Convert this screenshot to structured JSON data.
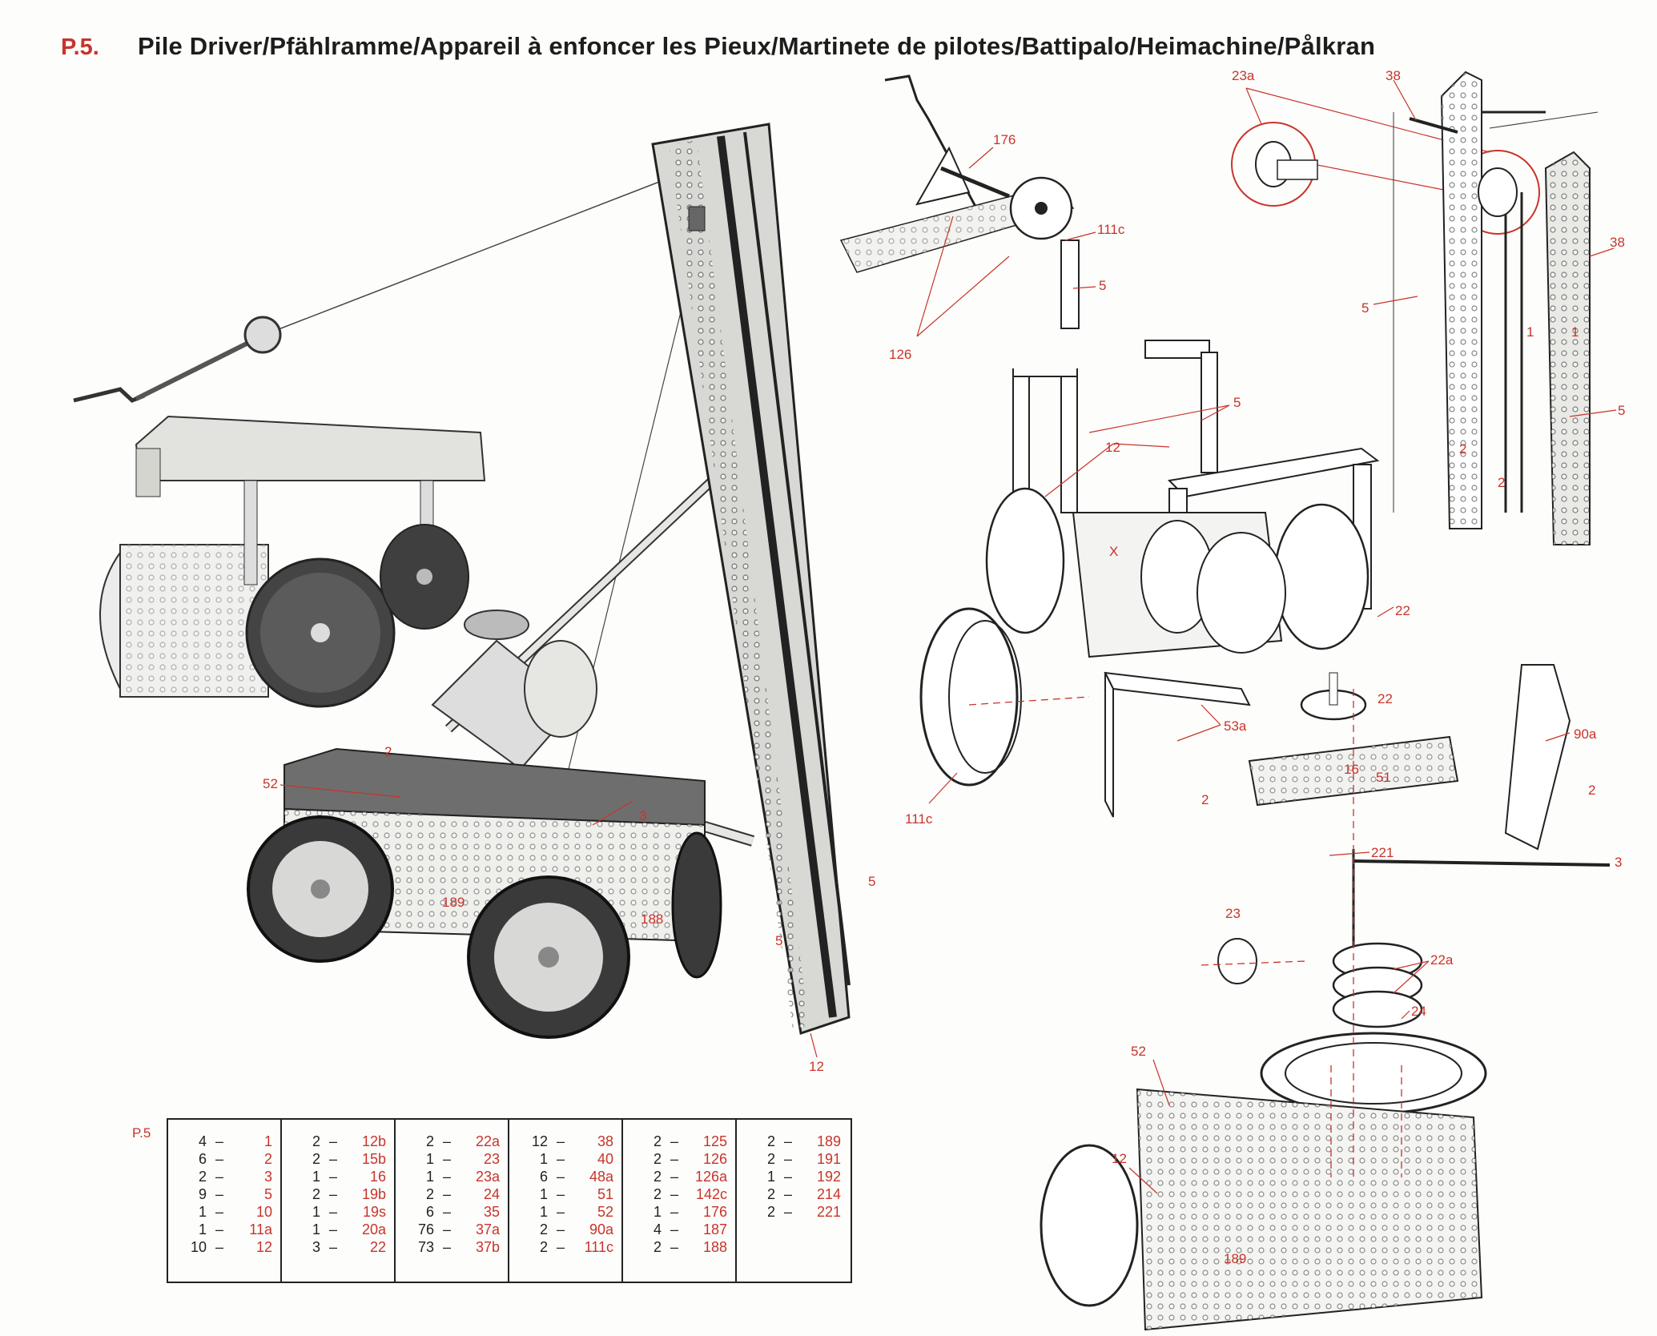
{
  "header": {
    "page_code": "P.5.",
    "title": "Pile Driver/Pfählramme/Appareil à enfoncer les Pieux/Martinete de pilotes/Battipalo/Heimachine/Pålkran"
  },
  "colors": {
    "label_red": "#c8342b",
    "ink": "#222222",
    "paper": "#fdfdfb"
  },
  "main_model_labels": [
    "2",
    "52",
    "3",
    "189",
    "188",
    "5",
    "5",
    "12"
  ],
  "detail_labels": {
    "winch": [
      "176",
      "111c",
      "5",
      "126"
    ],
    "jib_head": [
      "23a",
      "38",
      "38",
      "5",
      "5",
      "1",
      "1",
      "2",
      "2"
    ],
    "chassis": [
      "5",
      "12",
      "X",
      "22",
      "22",
      "53a",
      "16",
      "51",
      "90a",
      "2",
      "2",
      "3",
      "111c",
      "221",
      "23",
      "22a",
      "24",
      "52",
      "12",
      "189"
    ]
  },
  "parts_list": {
    "code": "P.5",
    "columns": [
      [
        {
          "qty": "4",
          "part": "1"
        },
        {
          "qty": "6",
          "part": "2"
        },
        {
          "qty": "2",
          "part": "3"
        },
        {
          "qty": "9",
          "part": "5"
        },
        {
          "qty": "1",
          "part": "10"
        },
        {
          "qty": "1",
          "part": "11a"
        },
        {
          "qty": "10",
          "part": "12"
        }
      ],
      [
        {
          "qty": "2",
          "part": "12b"
        },
        {
          "qty": "2",
          "part": "15b"
        },
        {
          "qty": "1",
          "part": "16"
        },
        {
          "qty": "2",
          "part": "19b"
        },
        {
          "qty": "1",
          "part": "19s"
        },
        {
          "qty": "1",
          "part": "20a"
        },
        {
          "qty": "3",
          "part": "22"
        }
      ],
      [
        {
          "qty": "2",
          "part": "22a"
        },
        {
          "qty": "1",
          "part": "23"
        },
        {
          "qty": "1",
          "part": "23a"
        },
        {
          "qty": "2",
          "part": "24"
        },
        {
          "qty": "6",
          "part": "35"
        },
        {
          "qty": "76",
          "part": "37a"
        },
        {
          "qty": "73",
          "part": "37b"
        }
      ],
      [
        {
          "qty": "12",
          "part": "38"
        },
        {
          "qty": "1",
          "part": "40"
        },
        {
          "qty": "6",
          "part": "48a"
        },
        {
          "qty": "1",
          "part": "51"
        },
        {
          "qty": "1",
          "part": "52"
        },
        {
          "qty": "2",
          "part": "90a"
        },
        {
          "qty": "2",
          "part": "111c"
        }
      ],
      [
        {
          "qty": "2",
          "part": "125"
        },
        {
          "qty": "2",
          "part": "126"
        },
        {
          "qty": "2",
          "part": "126a"
        },
        {
          "qty": "2",
          "part": "142c"
        },
        {
          "qty": "1",
          "part": "176"
        },
        {
          "qty": "4",
          "part": "187"
        },
        {
          "qty": "2",
          "part": "188"
        }
      ],
      [
        {
          "qty": "2",
          "part": "189"
        },
        {
          "qty": "2",
          "part": "191"
        },
        {
          "qty": "1",
          "part": "192"
        },
        {
          "qty": "2",
          "part": "214"
        },
        {
          "qty": "2",
          "part": "221"
        }
      ]
    ]
  }
}
